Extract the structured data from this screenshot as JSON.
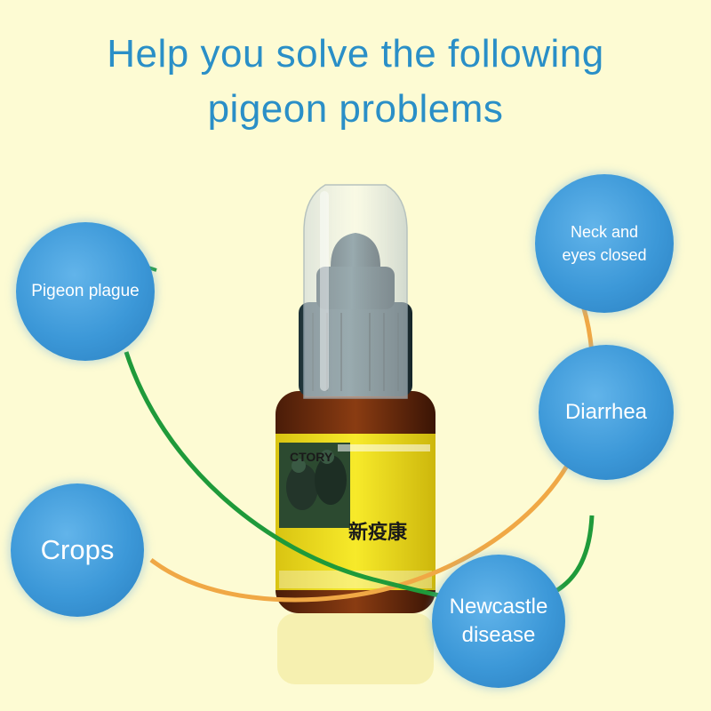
{
  "headline": {
    "line1": "Help you solve the following",
    "line2": "pigeon problems"
  },
  "product": {
    "brand_fragment": "CTORY",
    "chinese_name": "新疫康"
  },
  "bubbles": {
    "pigeon_plague": "Pigeon plague",
    "neck_line1": "Neck and",
    "neck_line2": "eyes closed",
    "diarrhea": "Diarrhea",
    "crops": "Crops",
    "newcastle_line1": "Newcastle",
    "newcastle_line2": "disease"
  },
  "colors": {
    "background": "#fdfbd3",
    "headline": "#2a8fc7",
    "bubble": "#3c98d8",
    "green_curve": "#1f9a3a",
    "orange_curve": "#f0a845",
    "bottle_label": "#f3e21c"
  }
}
